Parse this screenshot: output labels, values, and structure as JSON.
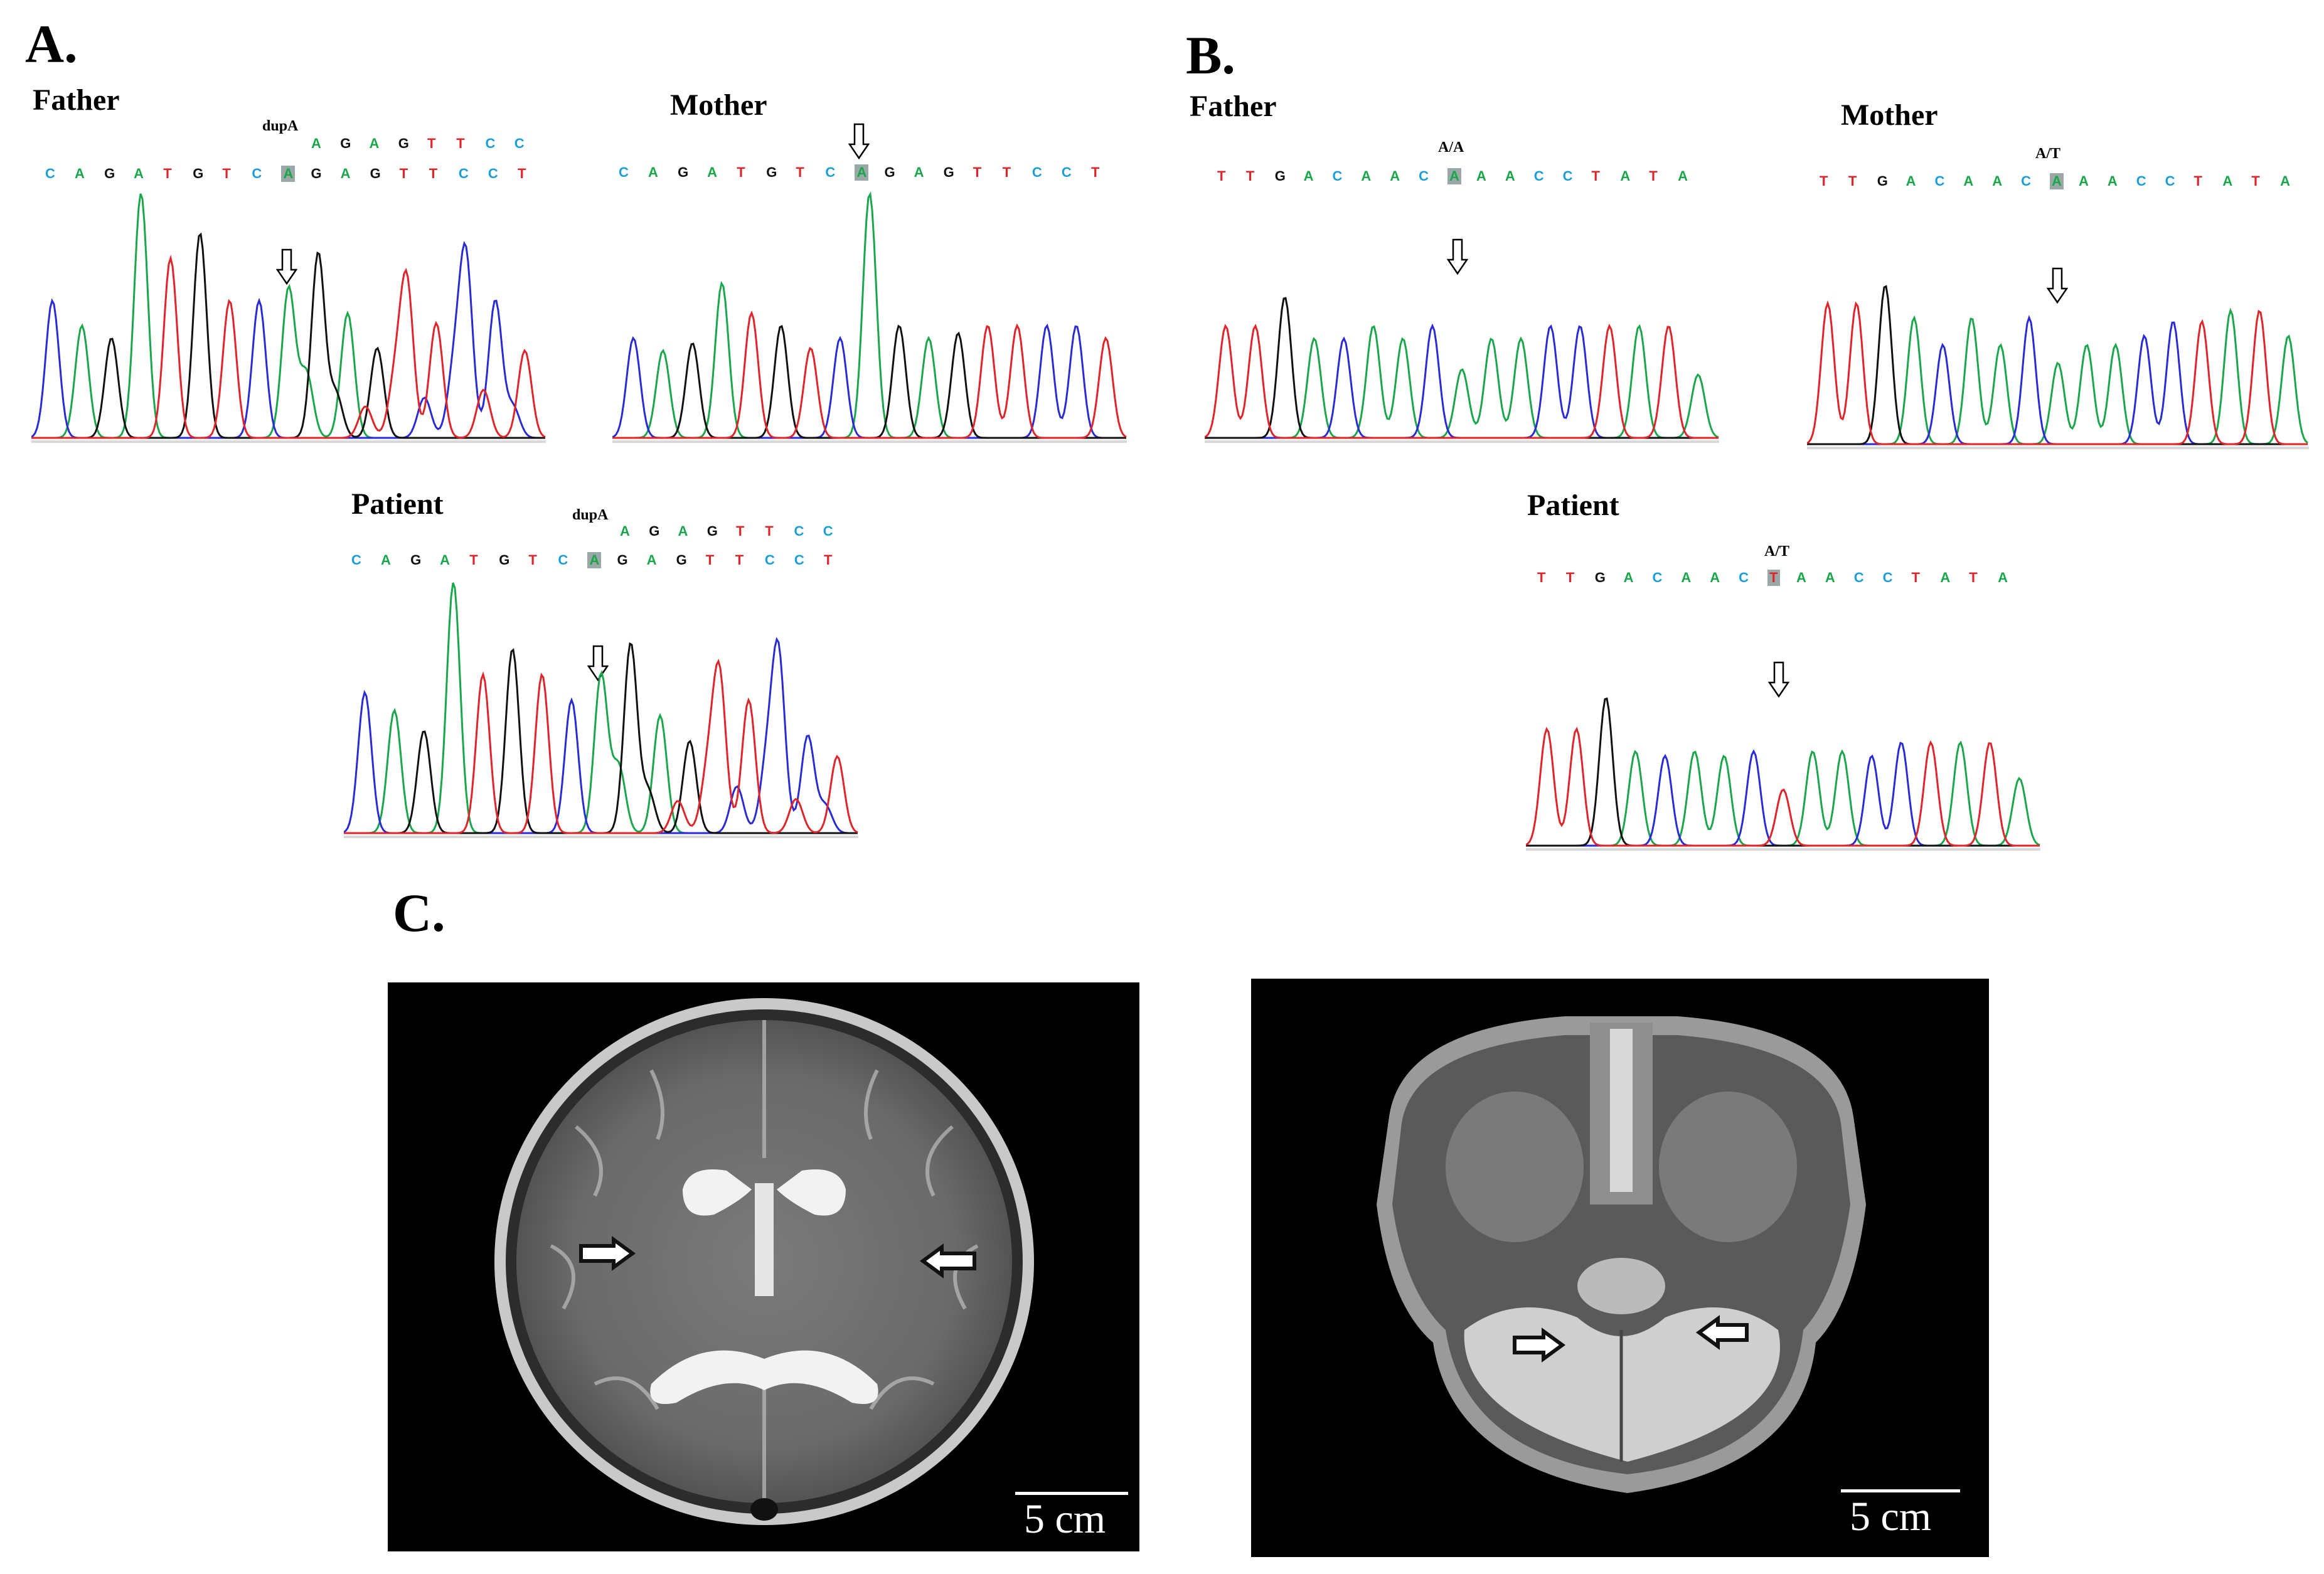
{
  "panels": {
    "A": {
      "label": "A.",
      "father": {
        "title": "Father",
        "annotation": "dupA",
        "top_seq": [
          "A",
          "G",
          "A",
          "G",
          "T",
          "T",
          "C",
          "C"
        ],
        "ref_seq": [
          "C",
          "A",
          "G",
          "A",
          "T",
          "G",
          "T",
          "C",
          "A",
          "G",
          "A",
          "G",
          "T",
          "T",
          "C",
          "C",
          "T"
        ],
        "highlight": 8
      },
      "mother": {
        "title": "Mother",
        "ref_seq": [
          "C",
          "A",
          "G",
          "A",
          "T",
          "G",
          "T",
          "C",
          "A",
          "G",
          "A",
          "G",
          "T",
          "T",
          "C",
          "C",
          "T"
        ],
        "highlight": 8
      },
      "patient": {
        "title": "Patient",
        "annotation": "dupA",
        "top_seq": [
          "A",
          "G",
          "A",
          "G",
          "T",
          "T",
          "C",
          "C"
        ],
        "ref_seq": [
          "C",
          "A",
          "G",
          "A",
          "T",
          "G",
          "T",
          "C",
          "A",
          "G",
          "A",
          "G",
          "T",
          "T",
          "C",
          "C",
          "T"
        ],
        "highlight": 8
      }
    },
    "B": {
      "label": "B.",
      "father": {
        "title": "Father",
        "annotation": "A/A",
        "ref_seq": [
          "T",
          "T",
          "G",
          "A",
          "C",
          "A",
          "A",
          "C",
          "A",
          "A",
          "A",
          "C",
          "C",
          "T",
          "A",
          "T",
          "A"
        ],
        "highlight": 8
      },
      "mother": {
        "title": "Mother",
        "annotation": "A/T",
        "ref_seq": [
          "T",
          "T",
          "G",
          "A",
          "C",
          "A",
          "A",
          "C",
          "A",
          "A",
          "A",
          "C",
          "C",
          "T",
          "A",
          "T",
          "A"
        ],
        "highlight": 8
      },
      "patient": {
        "title": "Patient",
        "annotation": "A/T",
        "ref_seq": [
          "T",
          "T",
          "G",
          "A",
          "C",
          "A",
          "A",
          "C",
          "T",
          "A",
          "A",
          "C",
          "C",
          "T",
          "A",
          "T",
          "A"
        ],
        "highlight": 8
      }
    },
    "C": {
      "label": "C.",
      "mri_left": {
        "scale_label": "5 cm"
      },
      "mri_right": {
        "scale_label": "5 cm"
      }
    }
  },
  "colors": {
    "A": "#1aa64a",
    "C": "#2a2ad6",
    "G": "#111111",
    "T": "#e0242a",
    "C_text": "#1c9fd9",
    "highlight_bg": "#9aa8a8"
  }
}
